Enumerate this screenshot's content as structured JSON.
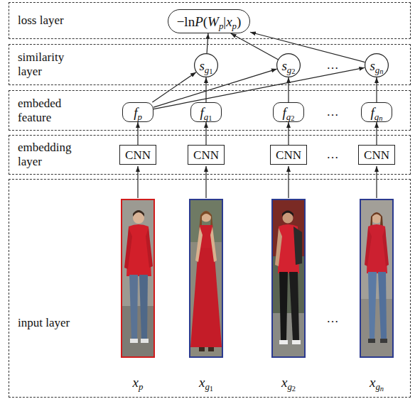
{
  "diagram": {
    "nodes": [
      {
        "text": [
          "loss layer"
        ]
      },
      {
        "text": [
          "−lnP(Wp|xp)"
        ],
        "in": 0
      },
      {
        "text": [
          "similarity layer"
        ]
      },
      {
        "text": [
          "sg1"
        ],
        "in": 2
      },
      {
        "text": [
          "sg2"
        ],
        "in": 2
      },
      {
        "text": [
          "sgn"
        ],
        "in": 2
      },
      {
        "text": [
          "embeded feature"
        ]
      },
      {
        "text": [
          "fp"
        ],
        "in": 6
      },
      {
        "text": [
          "fg1"
        ],
        "in": 6
      },
      {
        "text": [
          "fg2"
        ],
        "in": 6
      },
      {
        "text": [
          "fgn"
        ],
        "in": 6
      },
      {
        "text": [
          "embedding layer"
        ]
      },
      {
        "text": [
          "CNN"
        ],
        "in": 11
      },
      {
        "text": [
          "CNN"
        ],
        "in": 11
      },
      {
        "text": [
          "CNN"
        ],
        "in": 11
      },
      {
        "text": [
          "CNN"
        ],
        "in": 11
      },
      {
        "text": [
          "input layer"
        ]
      }
    ],
    "edges": [
      {
        "from": 12,
        "to": 7,
        "arrow": "to"
      },
      {
        "from": 13,
        "to": 8,
        "arrow": "to"
      },
      {
        "from": 14,
        "to": 9,
        "arrow": "to"
      },
      {
        "from": 15,
        "to": 10,
        "arrow": "to"
      },
      {
        "from": 7,
        "to": 3,
        "arrow": "to"
      },
      {
        "from": 7,
        "to": 4,
        "arrow": "to"
      },
      {
        "from": 7,
        "to": 5,
        "arrow": "to"
      },
      {
        "from": 8,
        "to": 3,
        "arrow": "to"
      },
      {
        "from": 9,
        "to": 4,
        "arrow": "to"
      },
      {
        "from": 10,
        "to": 5,
        "arrow": "to"
      },
      {
        "from": 3,
        "to": 1,
        "arrow": "to"
      },
      {
        "from": 4,
        "to": 1,
        "arrow": "to"
      },
      {
        "from": 5,
        "to": 1,
        "arrow": "to"
      }
    ],
    "labels": [
      "…",
      "…",
      "…",
      "…",
      "xp",
      "xg1",
      "xg2",
      "xgn"
    ]
  }
}
